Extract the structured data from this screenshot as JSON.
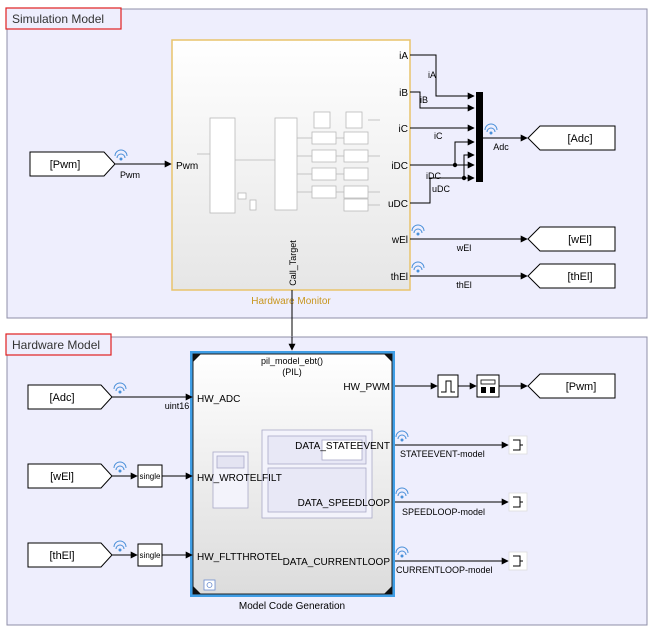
{
  "subsystems": {
    "simulation": "Simulation Model",
    "hardware": "Hardware Model"
  },
  "hardware_monitor": {
    "caption": "Hardware Monitor",
    "input_port": "Pwm",
    "output_ports": [
      "iA",
      "iB",
      "iC",
      "iDC",
      "uDC",
      "wEl",
      "thEl"
    ],
    "call_port": "Call_Target"
  },
  "mux": {
    "output_label": "Adc"
  },
  "goto_from": {
    "pwm_in": "[Pwm]",
    "adc_out": "[Adc]",
    "wel_out": "[wEl]",
    "thel_out": "[thEl]",
    "adc_in": "[Adc]",
    "wel_in": "[wEl]",
    "thel_in": "[thEl]",
    "pwm_out": "[Pwm]"
  },
  "signals": {
    "pwm": "Pwm",
    "iA": "iA",
    "iB": "iB",
    "iC": "iC",
    "iDC": "iDC",
    "uDC": "uDC",
    "wEl": "wEl",
    "thEl": "thEl",
    "uint16": "uint16",
    "stateevent": "STATEEVENT-model",
    "speedloop": "SPEEDLOOP-model",
    "currentloop": "CURRENTLOOP-model"
  },
  "pil_block": {
    "title_line1": "pil_model_ebt()",
    "title_line2": "(PIL)",
    "caption": "Model Code Generation",
    "inputs": [
      "HW_ADC",
      "HW_WROTELFILT",
      "HW_FLTTHROTEL"
    ],
    "outputs": [
      "HW_PWM",
      "DATA_STATEEVENT",
      "DATA_SPEEDLOOP",
      "DATA_CURRENTLOOP"
    ]
  },
  "convert_blocks": [
    "single",
    "single"
  ],
  "colors": {
    "area_fill": "#eeeefd",
    "area_border": "#8f8fa8",
    "label_border": "#e02020",
    "monitor_border": "#e8c46c",
    "monitor_caption": "#c8961e",
    "pil_border": "#3f9ee6",
    "signal_icon": "#4a90d9"
  }
}
